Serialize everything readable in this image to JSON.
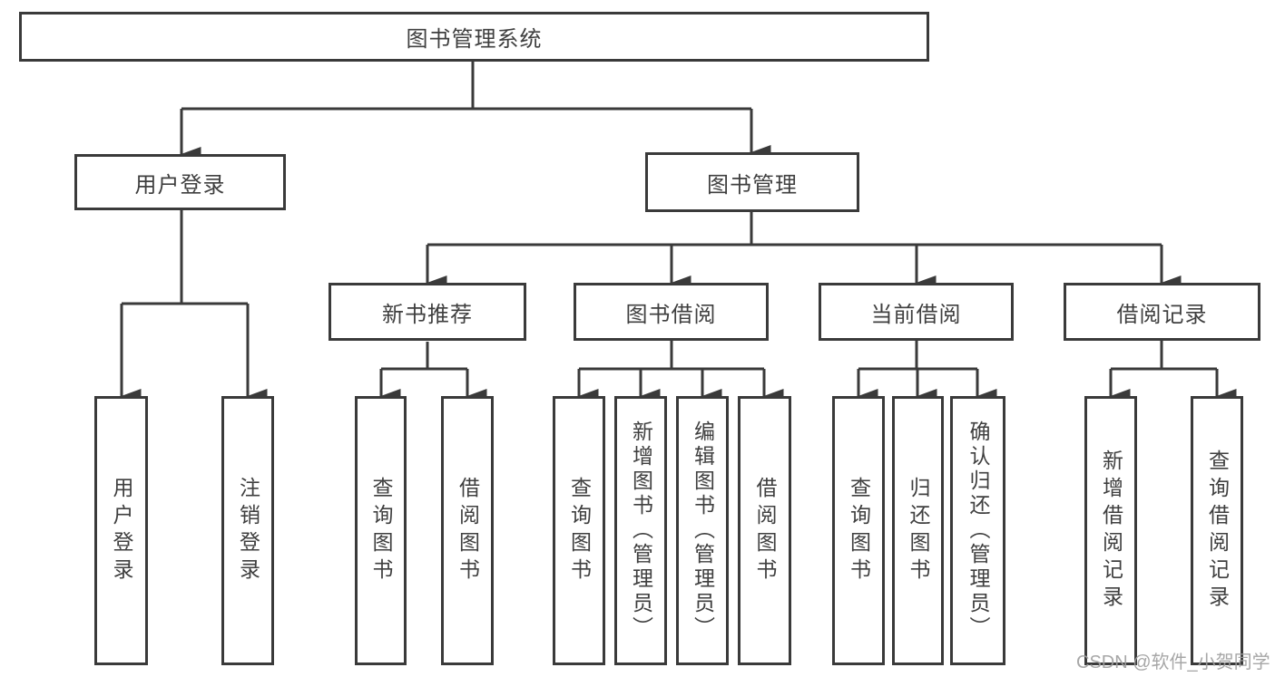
{
  "diagram": {
    "title": "图书管理系统",
    "nodes": {
      "user_login": "用户登录",
      "book_management": "图书管理",
      "new_book_recommend": "新书推荐",
      "book_borrow": "图书借阅",
      "current_borrow": "当前借阅",
      "borrow_record": "借阅记录"
    },
    "leaves": [
      {
        "parent": "用户登录",
        "label": "用户登录"
      },
      {
        "parent": "用户登录",
        "label": "注销登录"
      },
      {
        "parent": "新书推荐",
        "label": "查询图书"
      },
      {
        "parent": "新书推荐",
        "label": "借阅图书"
      },
      {
        "parent": "图书借阅",
        "label": "查询图书"
      },
      {
        "parent": "图书借阅",
        "label": "新增图书（管理员）"
      },
      {
        "parent": "图书借阅",
        "label": "编辑图书（管理员）"
      },
      {
        "parent": "图书借阅",
        "label": "借阅图书"
      },
      {
        "parent": "当前借阅",
        "label": "查询图书"
      },
      {
        "parent": "当前借阅",
        "label": "归还图书"
      },
      {
        "parent": "当前借阅",
        "label": "确认归还（管理员）"
      },
      {
        "parent": "借阅记录",
        "label": "新增借阅记录"
      },
      {
        "parent": "借阅记录",
        "label": "查询借阅记录"
      }
    ]
  },
  "watermark": "CSDN @软件_小贺同学",
  "colors": {
    "line": "#3a3a3a",
    "box_border": "#3a3a3a",
    "text": "#3f3f3f",
    "watermark": "#a0a0a0",
    "background": "#ffffff"
  }
}
